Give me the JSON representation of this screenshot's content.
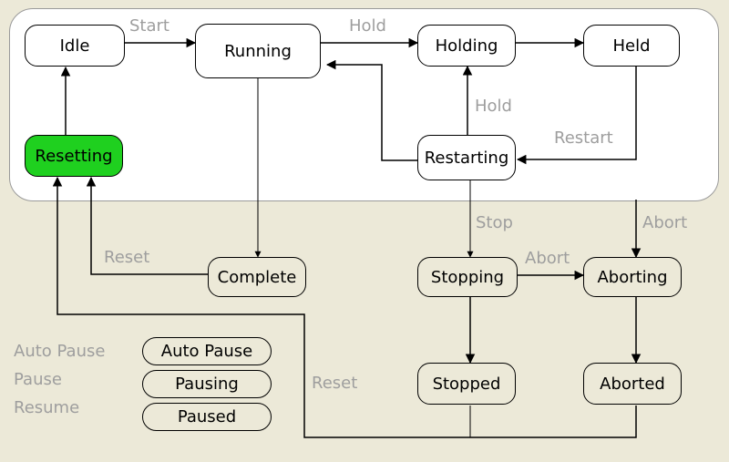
{
  "states": {
    "idle": "Idle",
    "running": "Running",
    "holding": "Holding",
    "held": "Held",
    "resetting": "Resetting",
    "restarting": "Restarting",
    "complete": "Complete",
    "stopping": "Stopping",
    "aborting": "Aborting",
    "stopped": "Stopped",
    "aborted": "Aborted"
  },
  "transitions": {
    "start": "Start",
    "hold_top": "Hold",
    "hold_side": "Hold",
    "restart": "Restart",
    "stop": "Stop",
    "abort_top": "Abort",
    "abort_mid": "Abort",
    "reset_left": "Reset",
    "reset_bottom": "Reset"
  },
  "legend": {
    "commands": [
      "Auto Pause",
      "Pause",
      "Resume"
    ],
    "states": [
      "Auto Pause",
      "Pausing",
      "Paused"
    ]
  },
  "colors": {
    "active_state": "#1fd01f",
    "background": "#ece9d8",
    "label": "#9e9e9e"
  }
}
